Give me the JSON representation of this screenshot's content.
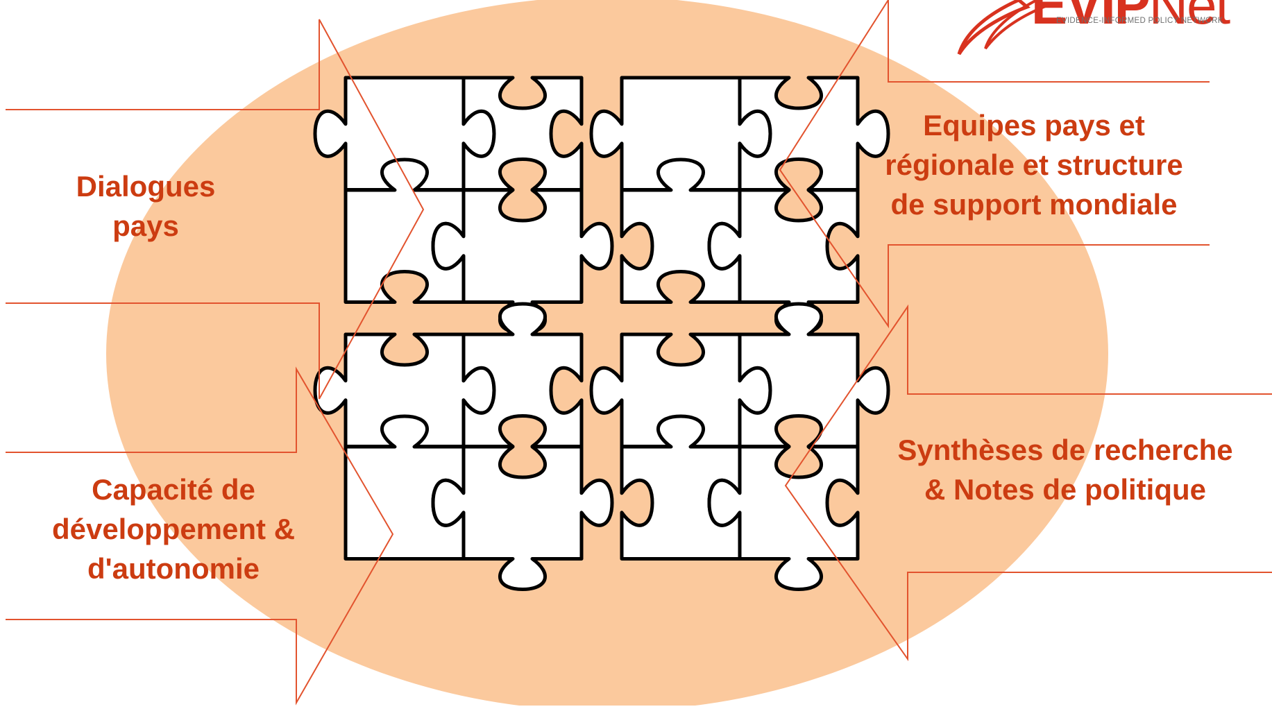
{
  "colors": {
    "circle_fill": "#FBC99D",
    "callout_stroke": "#E2532E",
    "text": "#CC3C11",
    "piece_fill": "#FFFFFF",
    "piece_stroke": "#000000",
    "logo_red": "#D8321F"
  },
  "callouts": {
    "dialogues": {
      "lines": [
        "Dialogues",
        "pays"
      ]
    },
    "equipes": {
      "lines": [
        "Equipes pays et",
        "régionale et structure",
        "de support mondiale"
      ]
    },
    "capacite": {
      "lines": [
        "Capacité de",
        "développement &",
        "d'autonomie"
      ]
    },
    "syntheses": {
      "lines": [
        "Synthèses de recherche",
        "& Notes de politique"
      ]
    }
  },
  "logo": {
    "word_bold": "EVIP",
    "word_light": "Net",
    "tagline": "EVIDENCE-INFORMED POLICY NETWORK"
  },
  "icons": {
    "puzzle": "puzzle-piece-icon",
    "logo": "evipnet-logo-icon"
  }
}
